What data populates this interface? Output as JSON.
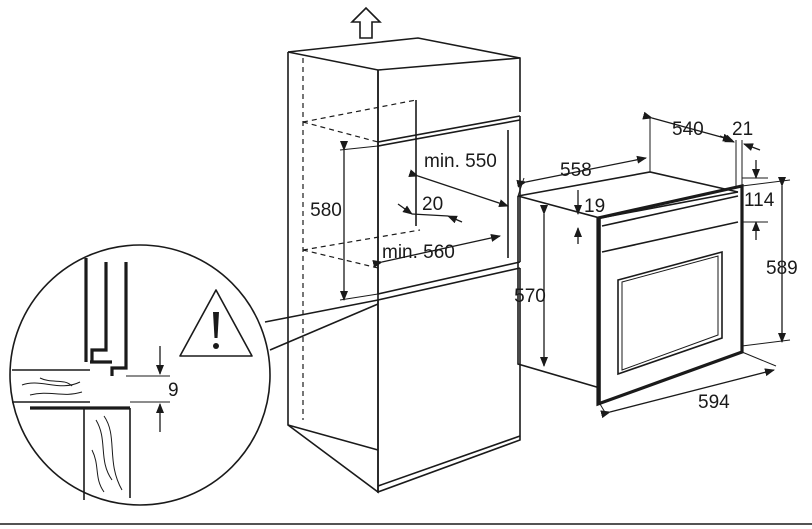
{
  "dimensions": {
    "cabinet_inner_depth": "min. 550",
    "cabinet_floor_depth": "min. 560",
    "cabinet_opening_height": "580",
    "rear_gap": "20",
    "oven_depth": "558",
    "oven_body_depth": "540",
    "front_panel_depth": "21",
    "top_offset": "19",
    "side_offset": "114",
    "oven_body_height": "570",
    "oven_total_height": "589",
    "oven_width": "594",
    "detail_gap": "9"
  },
  "icons": {
    "up_arrow": "up-arrow-icon",
    "warning": "warning-triangle-icon"
  }
}
